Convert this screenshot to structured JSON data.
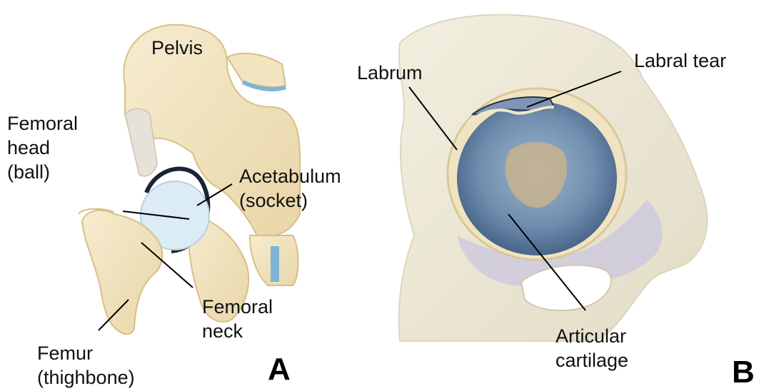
{
  "panel_a": {
    "label": "A",
    "labels": {
      "pelvis": "Pelvis",
      "femoral_head": [
        "Femoral",
        "head",
        "(ball)"
      ],
      "acetabulum": [
        "Acetabulum",
        "(socket)"
      ],
      "femoral_neck": [
        "Femoral",
        "neck"
      ],
      "femur": [
        "Femur",
        "(thighbone)"
      ]
    }
  },
  "panel_b": {
    "label": "B",
    "labels": {
      "labrum": "Labrum",
      "labral_tear": "Labral tear",
      "articular_cartilage": [
        "Articular",
        "cartilage"
      ]
    }
  }
}
